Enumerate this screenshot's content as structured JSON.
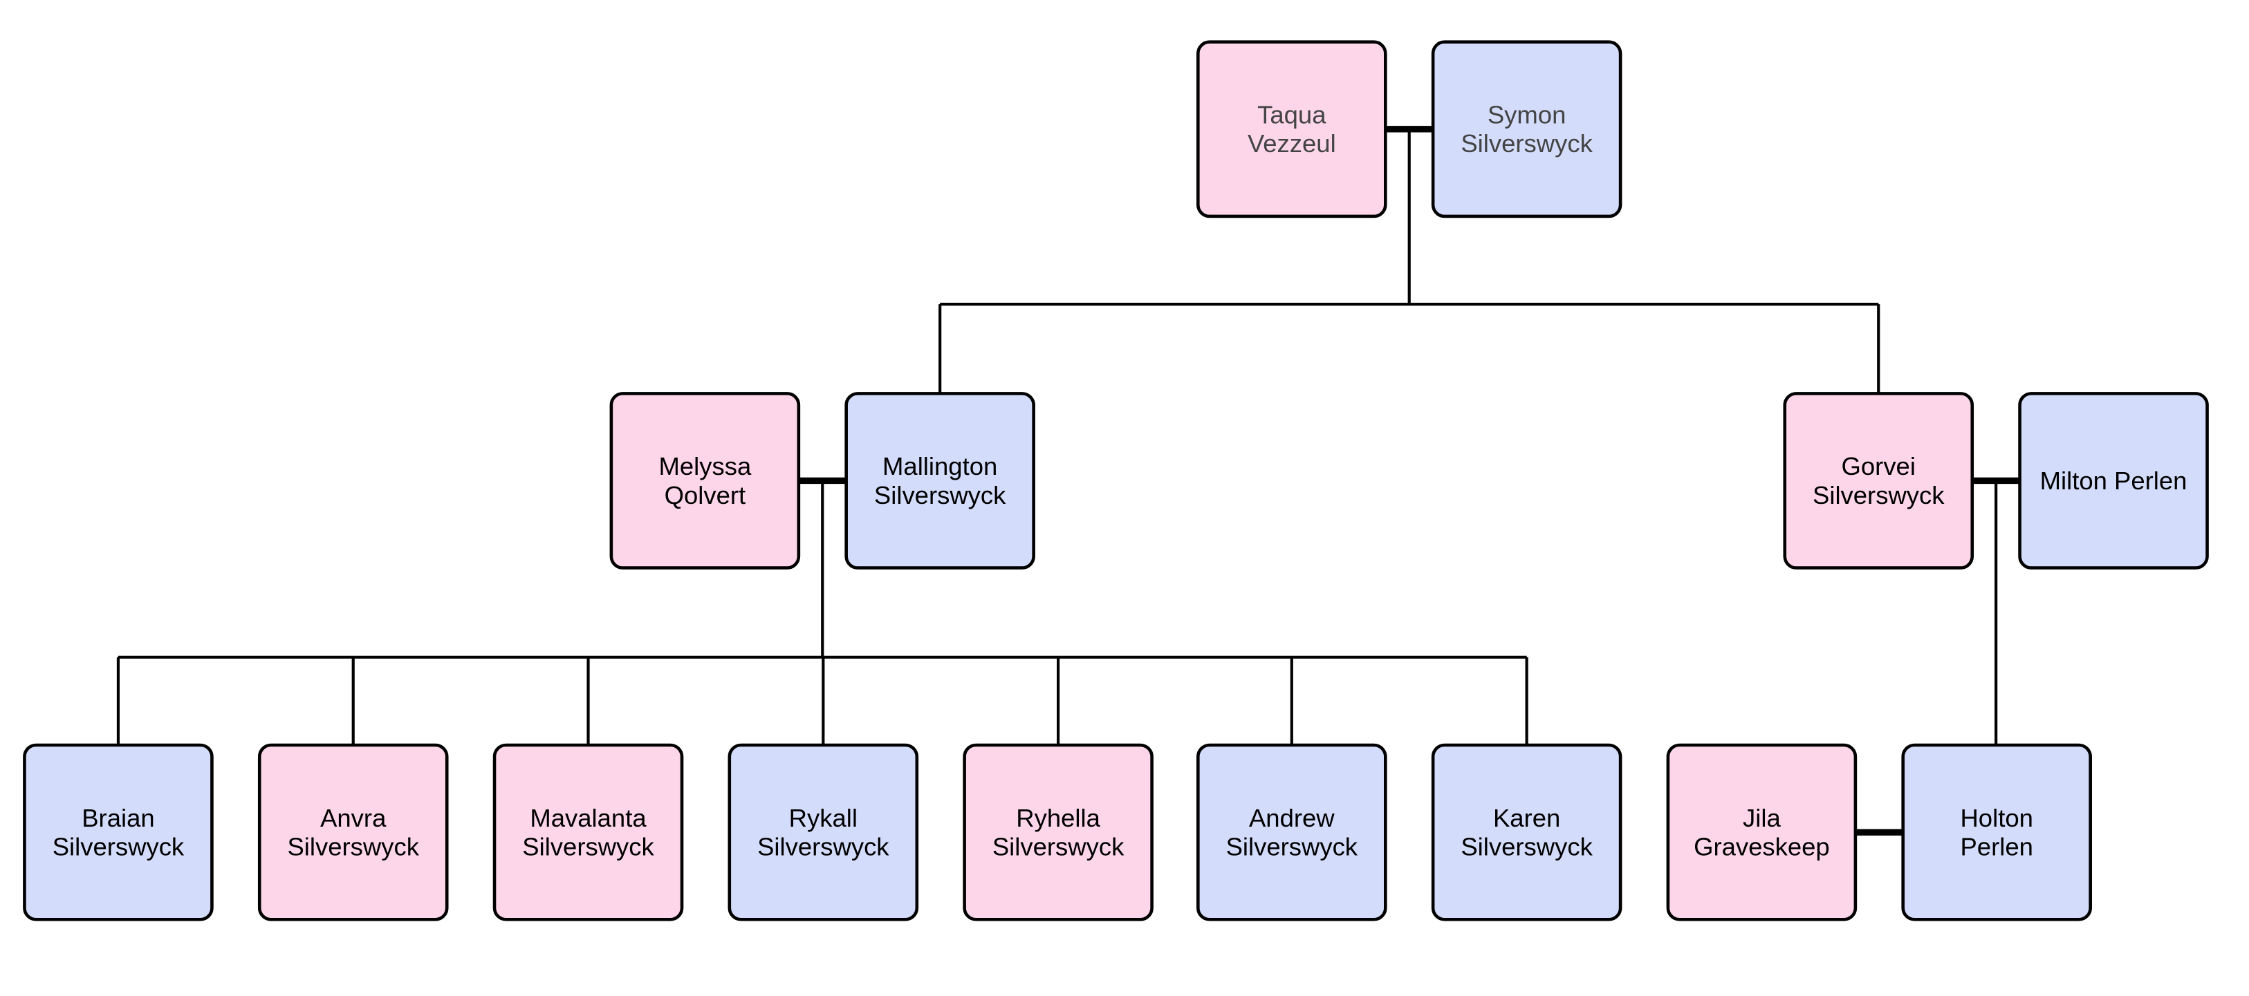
{
  "colors": {
    "female": "#fdd6ea",
    "male": "#d4dcfb",
    "line": "#000000"
  },
  "people": [
    {
      "id": "taqua",
      "lines": [
        "Taqua",
        "Vezzeul"
      ],
      "sex": "female",
      "generation": 1
    },
    {
      "id": "symon",
      "lines": [
        "Symon",
        "Silverswyck"
      ],
      "sex": "male",
      "generation": 1
    },
    {
      "id": "melyssa",
      "lines": [
        "Melyssa",
        "Qolvert"
      ],
      "sex": "female",
      "generation": 2
    },
    {
      "id": "mallington",
      "lines": [
        "Mallington",
        "Silverswyck"
      ],
      "sex": "male",
      "generation": 2
    },
    {
      "id": "gorvei",
      "lines": [
        "Gorvei",
        "Silverswyck"
      ],
      "sex": "female",
      "generation": 2
    },
    {
      "id": "milton",
      "lines": [
        "Milton Perlen"
      ],
      "sex": "male",
      "generation": 2
    },
    {
      "id": "braian",
      "lines": [
        "Braian",
        "Silverswyck"
      ],
      "sex": "male",
      "generation": 3
    },
    {
      "id": "anvra",
      "lines": [
        "Anvra",
        "Silverswyck"
      ],
      "sex": "female",
      "generation": 3
    },
    {
      "id": "mavalanta",
      "lines": [
        "Mavalanta",
        "Silverswyck"
      ],
      "sex": "female",
      "generation": 3
    },
    {
      "id": "rykall",
      "lines": [
        "Rykall",
        "Silverswyck"
      ],
      "sex": "male",
      "generation": 3
    },
    {
      "id": "ryhella",
      "lines": [
        "Ryhella",
        "Silverswyck"
      ],
      "sex": "female",
      "generation": 3
    },
    {
      "id": "andrew",
      "lines": [
        "Andrew",
        "Silverswyck"
      ],
      "sex": "male",
      "generation": 3
    },
    {
      "id": "karen",
      "lines": [
        "Karen",
        "Silverswyck"
      ],
      "sex": "male",
      "generation": 3
    },
    {
      "id": "jila",
      "lines": [
        "Jila",
        "Graveskeep"
      ],
      "sex": "female",
      "generation": 3
    },
    {
      "id": "holton",
      "lines": [
        "Holton",
        "Perlen"
      ],
      "sex": "male",
      "generation": 3
    }
  ],
  "marriages": [
    {
      "a": "taqua",
      "b": "symon",
      "children": [
        "mallington",
        "gorvei"
      ]
    },
    {
      "a": "melyssa",
      "b": "mallington",
      "children": [
        "braian",
        "anvra",
        "mavalanta",
        "rykall",
        "ryhella",
        "andrew",
        "karen"
      ]
    },
    {
      "a": "gorvei",
      "b": "milton",
      "children": [
        "holton"
      ]
    },
    {
      "a": "jila",
      "b": "holton",
      "children": []
    }
  ]
}
